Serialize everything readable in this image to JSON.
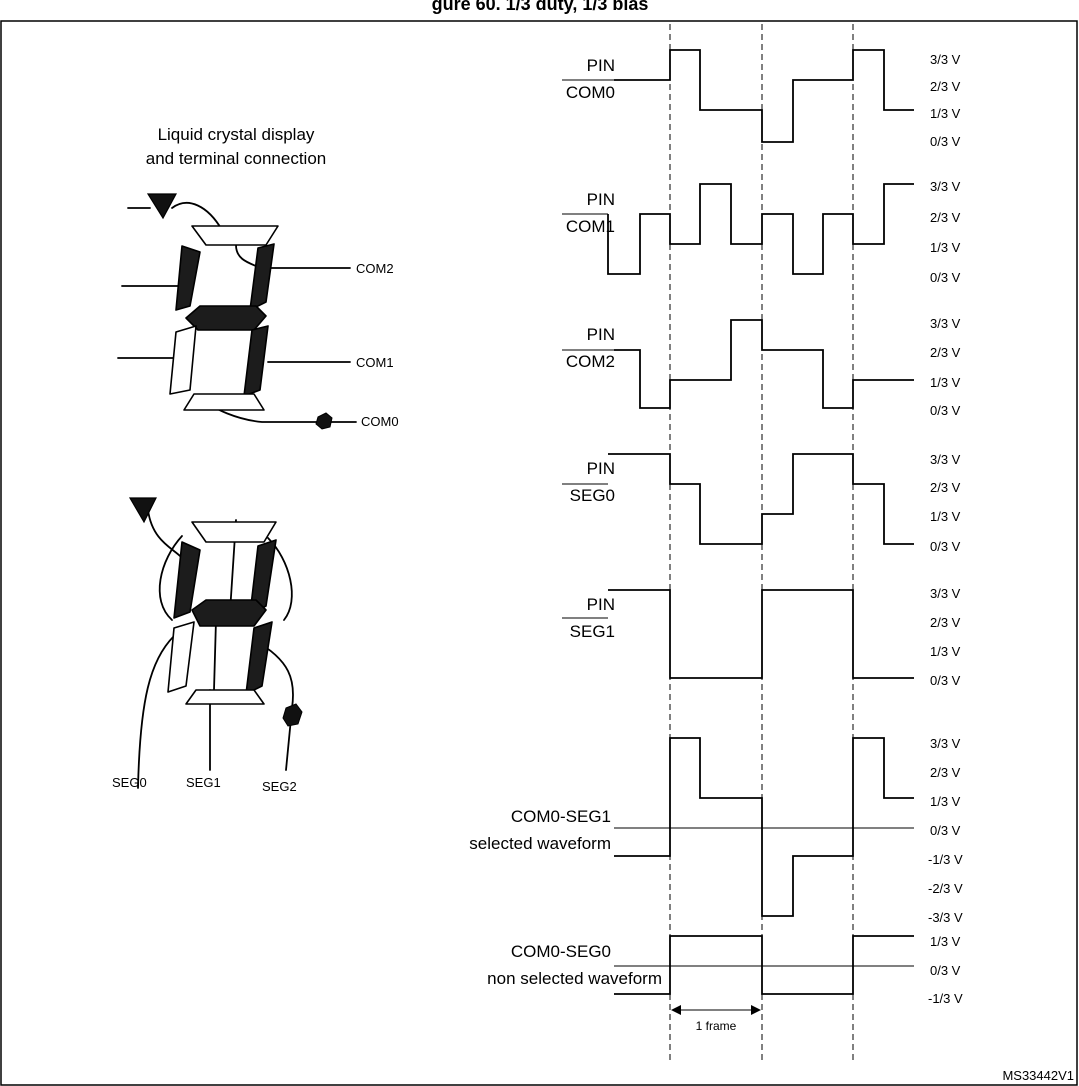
{
  "header_partial": "gure 60. 1/3 duty, 1/3 bias",
  "lcd": {
    "caption_line1": "Liquid crystal display",
    "caption_line2": "and terminal connection",
    "com2": "COM2",
    "com1": "COM1",
    "com0": "COM0",
    "seg0": "SEG0",
    "seg1": "SEG1",
    "seg2": "SEG2"
  },
  "waveforms": [
    {
      "id": "com0",
      "label1": "PIN",
      "label2": "COM0",
      "v": [
        "3/3 V",
        "2/3 V",
        "1/3 V",
        "0/3 V"
      ]
    },
    {
      "id": "com1",
      "label1": "PIN",
      "label2": "COM1",
      "v": [
        "3/3 V",
        "2/3 V",
        "1/3 V",
        "0/3 V"
      ]
    },
    {
      "id": "com2",
      "label1": "PIN",
      "label2": "COM2",
      "v": [
        "3/3 V",
        "2/3 V",
        "1/3 V",
        "0/3 V"
      ]
    },
    {
      "id": "seg0",
      "label1": "PIN",
      "label2": "SEG0",
      "v": [
        "3/3 V",
        "2/3 V",
        "1/3 V",
        "0/3 V"
      ]
    },
    {
      "id": "seg1",
      "label1": "PIN",
      "label2": "SEG1",
      "v": [
        "3/3 V",
        "2/3 V",
        "1/3 V",
        "0/3 V"
      ]
    },
    {
      "id": "sel",
      "label1": "COM0-SEG1",
      "label2": "selected waveform",
      "v": [
        "3/3 V",
        "2/3 V",
        "1/3 V",
        "0/3 V",
        "-1/3 V",
        "-2/3 V",
        "-3/3 V"
      ]
    },
    {
      "id": "nonsel",
      "label1": "COM0-SEG0",
      "label2": "non selected waveform",
      "v": [
        "1/3 V",
        "0/3 V",
        "-1/3 V"
      ]
    }
  ],
  "frame_label": "1 frame",
  "figure_id": "MS33442V1"
}
